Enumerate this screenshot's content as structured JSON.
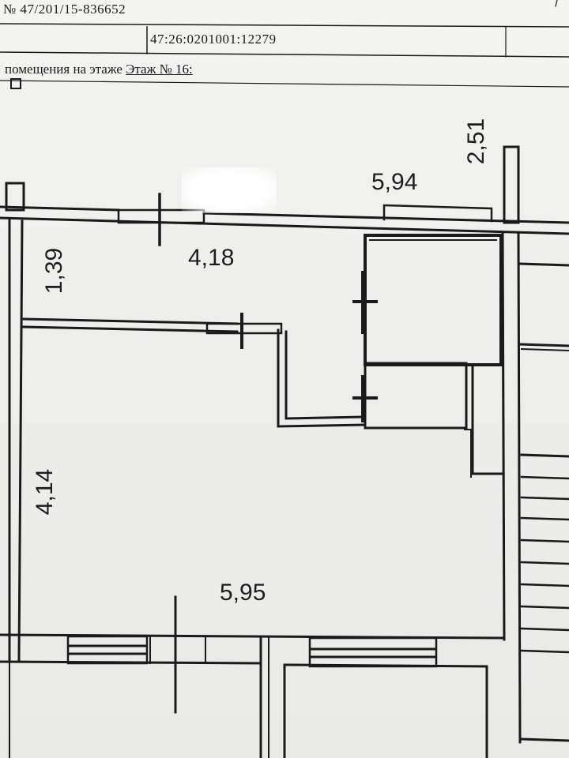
{
  "header": {
    "document_number": "№ 47/201/15-836652",
    "cadastral_number": "47:26:0201001:12279",
    "floor_label": "помещения на этаже",
    "floor_value": "Этаж № 16:"
  },
  "dimensions": {
    "d_2_51": "2,51",
    "d_5_94": "5,94",
    "d_4_18": "4,18",
    "d_1_39": "1,39",
    "d_4_14": "4,14",
    "d_5_95": "5,95"
  },
  "colors": {
    "paper": "#f0f0ee",
    "line": "#1a1a1a"
  }
}
